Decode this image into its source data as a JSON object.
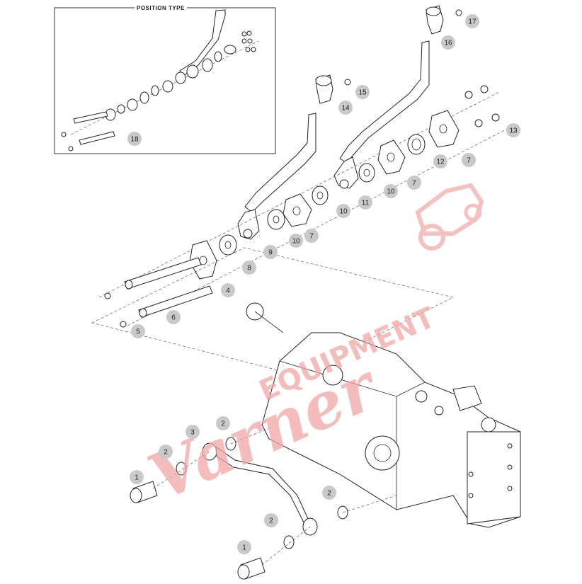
{
  "inset": {
    "title": "POSITION TYPE"
  },
  "callouts": [
    {
      "id": "c1a",
      "label": "1"
    },
    {
      "id": "c1b",
      "label": "1"
    },
    {
      "id": "c2a",
      "label": "2"
    },
    {
      "id": "c2b",
      "label": "2"
    },
    {
      "id": "c2c",
      "label": "2"
    },
    {
      "id": "c2d",
      "label": "2"
    },
    {
      "id": "c3",
      "label": "3"
    },
    {
      "id": "c4",
      "label": "4"
    },
    {
      "id": "c5",
      "label": "5"
    },
    {
      "id": "c6",
      "label": "6"
    },
    {
      "id": "c7a",
      "label": "7"
    },
    {
      "id": "c7b",
      "label": "7"
    },
    {
      "id": "c7c",
      "label": "7"
    },
    {
      "id": "c8",
      "label": "8"
    },
    {
      "id": "c9",
      "label": "9"
    },
    {
      "id": "c10a",
      "label": "10"
    },
    {
      "id": "c10b",
      "label": "10"
    },
    {
      "id": "c10c",
      "label": "10"
    },
    {
      "id": "c11",
      "label": "11"
    },
    {
      "id": "c12",
      "label": "12"
    },
    {
      "id": "c13",
      "label": "13"
    },
    {
      "id": "c14",
      "label": "14"
    },
    {
      "id": "c15",
      "label": "15"
    },
    {
      "id": "c16",
      "label": "16"
    },
    {
      "id": "c17",
      "label": "17"
    },
    {
      "id": "c18",
      "label": "18"
    }
  ],
  "watermark": {
    "script": "Varner",
    "block": "EQUIPMENT",
    "color": "#f2a6a6"
  }
}
